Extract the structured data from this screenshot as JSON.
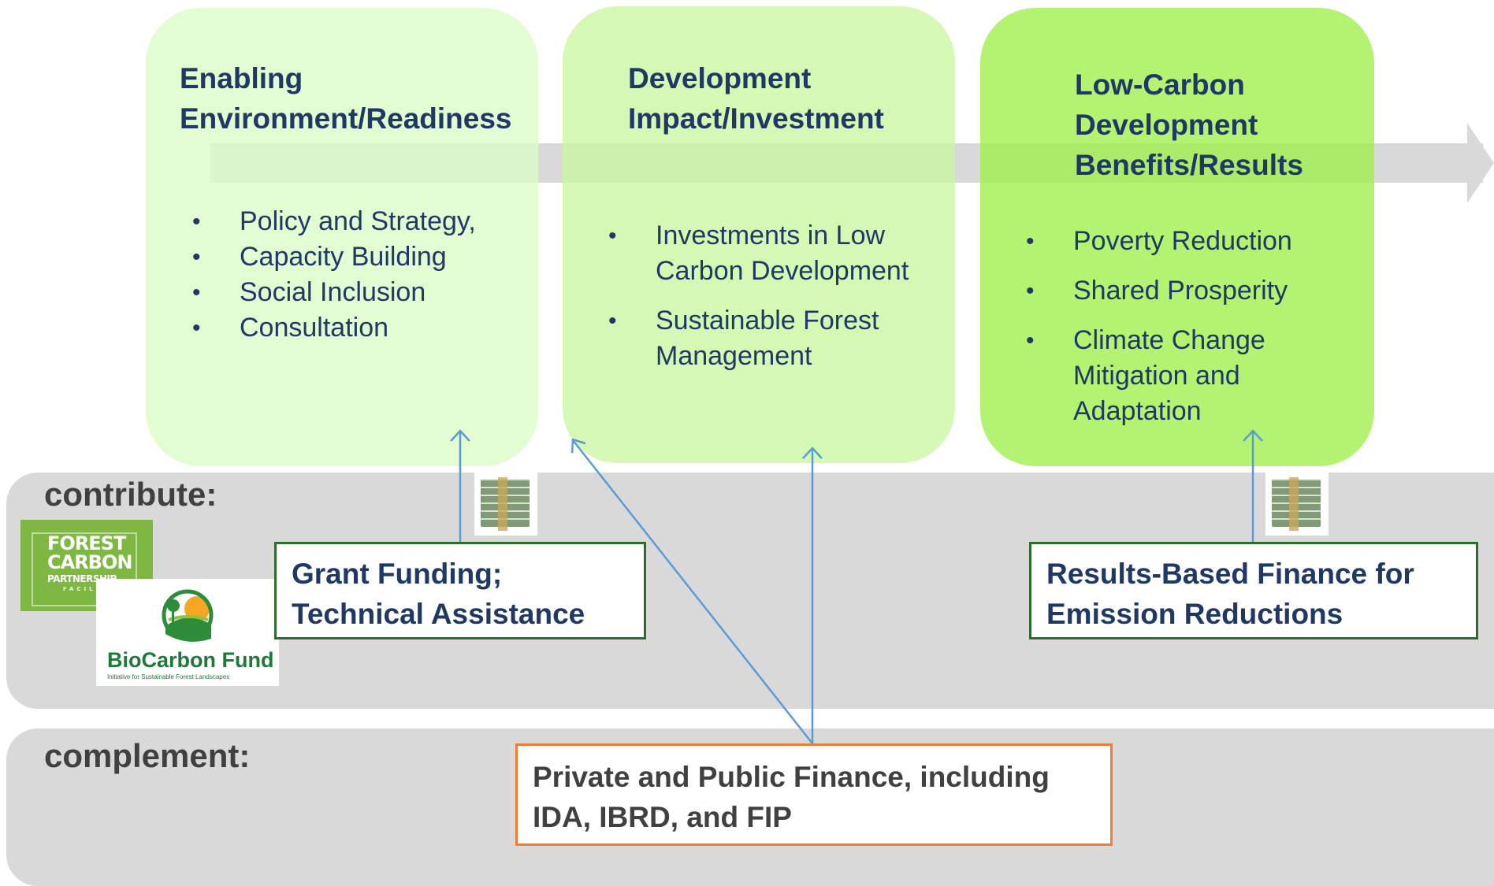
{
  "bands": {
    "contribute_label": "contribute:",
    "complement_label": "complement:"
  },
  "stages": [
    {
      "title_line1": "Enabling",
      "title_line2": "Environment/Readiness",
      "title_line3": "",
      "bullets": [
        "Policy and Strategy,",
        "Capacity Building",
        "Social Inclusion",
        "Consultation"
      ],
      "color": "#d9fcc4"
    },
    {
      "title_line1": "Development",
      "title_line2": "Impact/Investment",
      "title_line3": "",
      "bullets": [
        "Investments in Low\nCarbon Development",
        "Sustainable Forest\nManagement"
      ],
      "color": "#c9f7a0"
    },
    {
      "title_line1": "Low-Carbon",
      "title_line2": "Development",
      "title_line3": "Benefits/Results",
      "bullets": [
        "Poverty Reduction",
        "Shared Prosperity",
        "Climate Change\nMitigation and\nAdaptation"
      ],
      "color": "#9ff04a"
    }
  ],
  "funding": {
    "grant_line1": "Grant Funding;",
    "grant_line2": "Technical Assistance",
    "results_line1": "Results-Based Finance for",
    "results_line2": "Emission Reductions",
    "private_line1": "Private and Public Finance, including",
    "private_line2": "IDA, IBRD, and FIP"
  },
  "logos": {
    "fcp_line1": "FOREST",
    "fcp_line2": "CARBON",
    "fcp_line3": "PARTNERSHIP",
    "fcp_line4": "FACILITY",
    "biocarbon_name": "BioCarbon Fund",
    "biocarbon_tagline": "Initiative for Sustainable Forest Landscapes"
  },
  "colors": {
    "title_text": "#1f3864",
    "band_gray": "#d9d9d9",
    "arrow_blue": "#5b9bd5",
    "green_border": "#2e6b2e",
    "orange_border": "#ed7d31"
  }
}
